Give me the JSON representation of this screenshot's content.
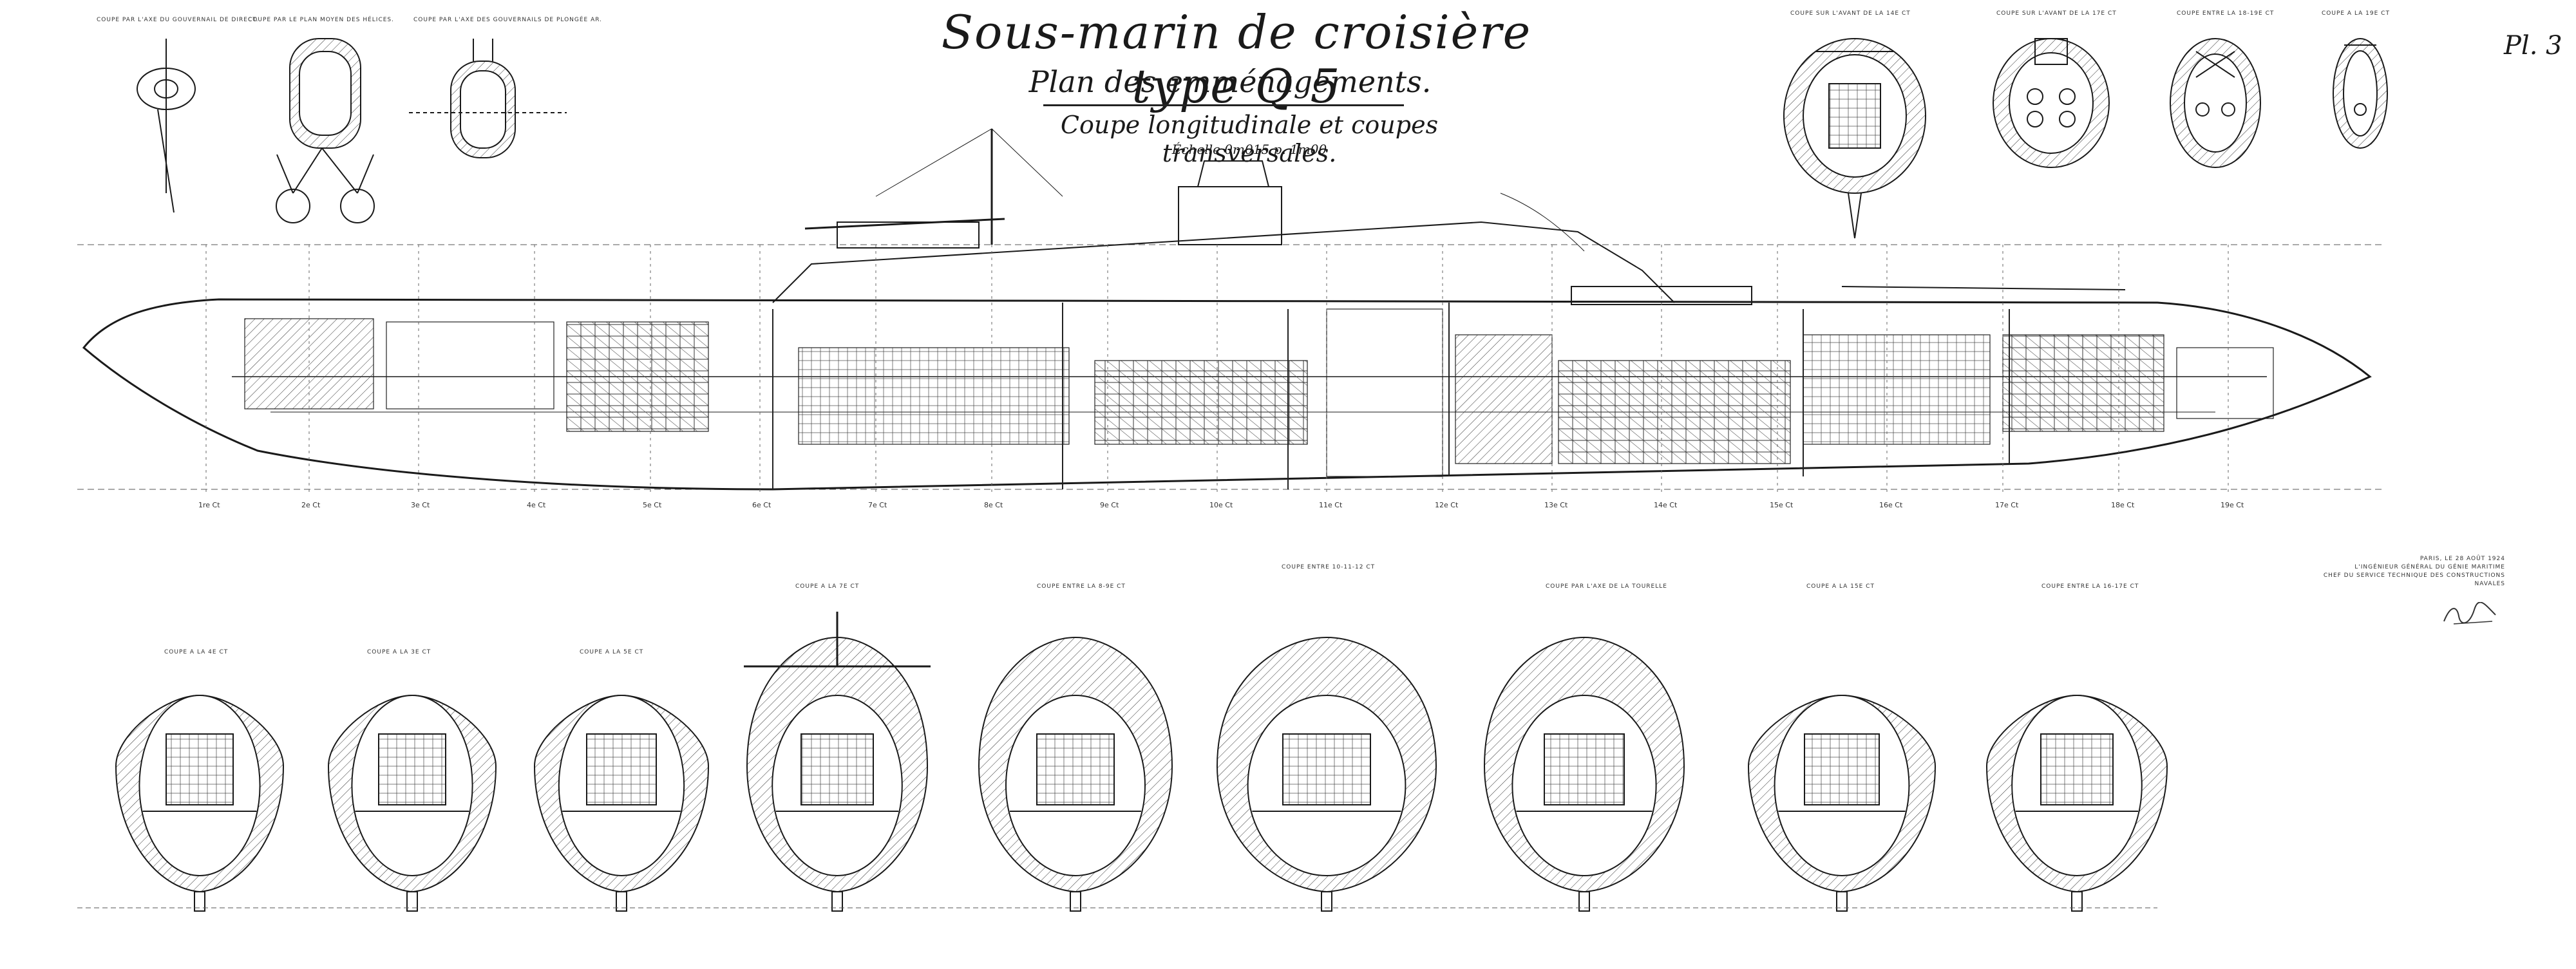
{
  "title": {
    "main": "Sous-marin de croisière type Q 5",
    "subtitle": "Plan des emménagements.",
    "description": "Coupe longitudinale et coupes transversales.",
    "scale": "Échelle 0m015 p. 1m00"
  },
  "plate_number": "Pl. 3",
  "top_captions": [
    "Coupe par l'axe du gouvernail de direct.",
    "Coupe par le plan moyen des hélices.",
    "Coupe par l'axe des gouvernails de plongée AR.",
    "Coupe sur l'avant de la 14e Ct",
    "Coupe sur l'avant de la 17e Ct",
    "Coupe entre la 18-19e Ct",
    "Coupe a la 19e Ct"
  ],
  "bottom_captions": [
    "Coupe a la 4e Ct",
    "Coupe a la 3e Ct",
    "Coupe a la 5e Ct",
    "Coupe a la 7e Ct",
    "Coupe entre la 8-9e Ct",
    "Coupe entre 10-11-12 Ct",
    "Coupe par l'axe de la tourelle",
    "Coupe a la 15e Ct",
    "Coupe entre la 16-17e Ct"
  ],
  "frame_labels": [
    "1re Ct",
    "2e Ct",
    "3e Ct",
    "4e Ct",
    "5e Ct",
    "6e Ct",
    "7e Ct",
    "8e Ct",
    "9e Ct",
    "10e Ct",
    "11e Ct",
    "12e Ct",
    "13e Ct",
    "14e Ct",
    "15e Ct",
    "16e Ct",
    "17e Ct",
    "18e Ct",
    "19e Ct"
  ],
  "signature": {
    "place_date": "Paris, le 28 août 1924",
    "line1": "L'ingénieur général du génie maritime",
    "line2": "Chef du service technique des constructions navales"
  },
  "colors": {
    "ink": "#1a1a1a",
    "paper": "#ffffff"
  }
}
